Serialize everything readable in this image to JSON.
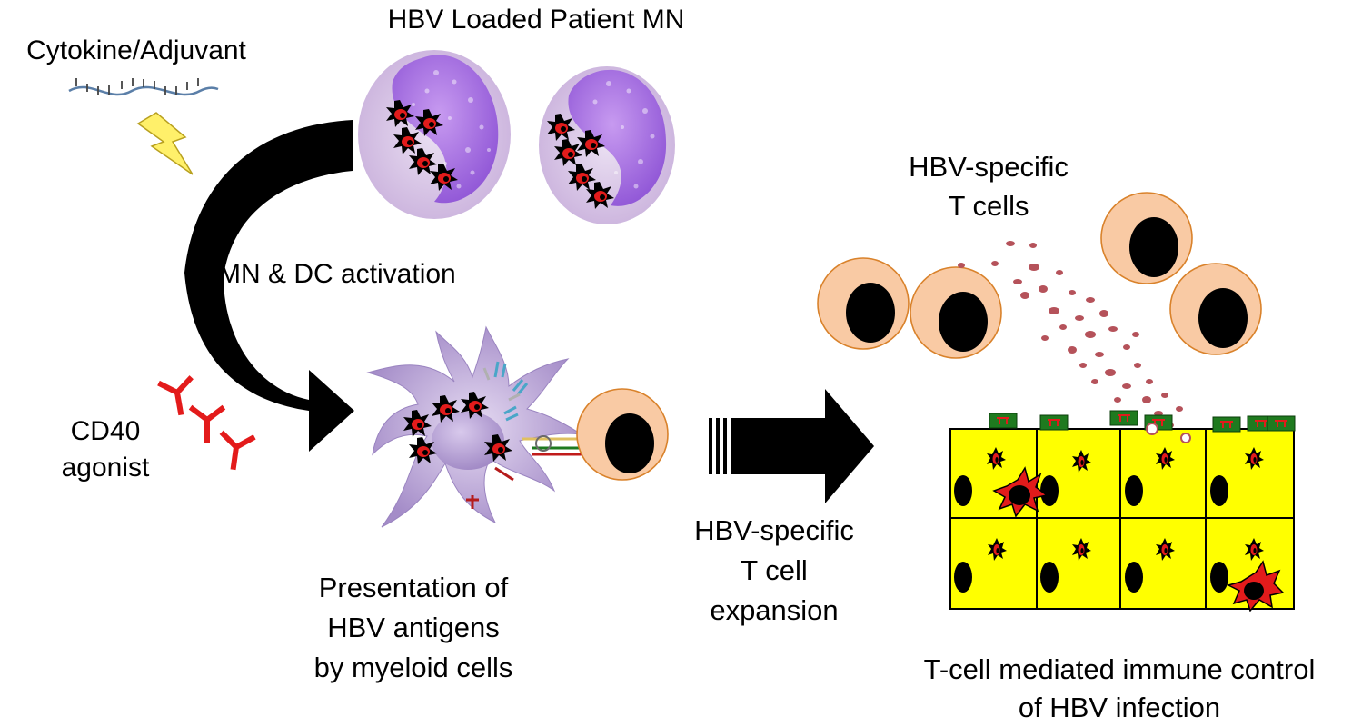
{
  "labels": {
    "cytokine": "Cytokine/Adjuvant",
    "hbv_loaded": "HBV Loaded Patient MN",
    "mn_dc_activation": "MN & DC activation",
    "cd40_line1": "CD40",
    "cd40_line2": "agonist",
    "presentation_line1": "Presentation of",
    "presentation_line2": "HBV antigens",
    "presentation_line3": "by myeloid cells",
    "expansion_line1": "HBV-specific",
    "expansion_line2": "T cell",
    "expansion_line3": "expansion",
    "tcells_line1": "HBV-specific",
    "tcells_line2": "T cells",
    "control_line1": "T-cell mediated immune control",
    "control_line2": "of HBV infection"
  },
  "colors": {
    "arrow": "#000000",
    "monocyte_outer": "#d7c3e6",
    "monocyte_nucleus": "#a46ce0",
    "virus": "#e21b1b",
    "tcell": "#f9caa4",
    "tcell_border": "#d9822b",
    "hepatocyte": "#ffff00",
    "receptor_green": "#1f7a1f",
    "cytokine_dot": "#b5525a",
    "dc_body": "#b9a3d6",
    "antibody": "#e31b1b",
    "lightning": "#fff06a"
  }
}
